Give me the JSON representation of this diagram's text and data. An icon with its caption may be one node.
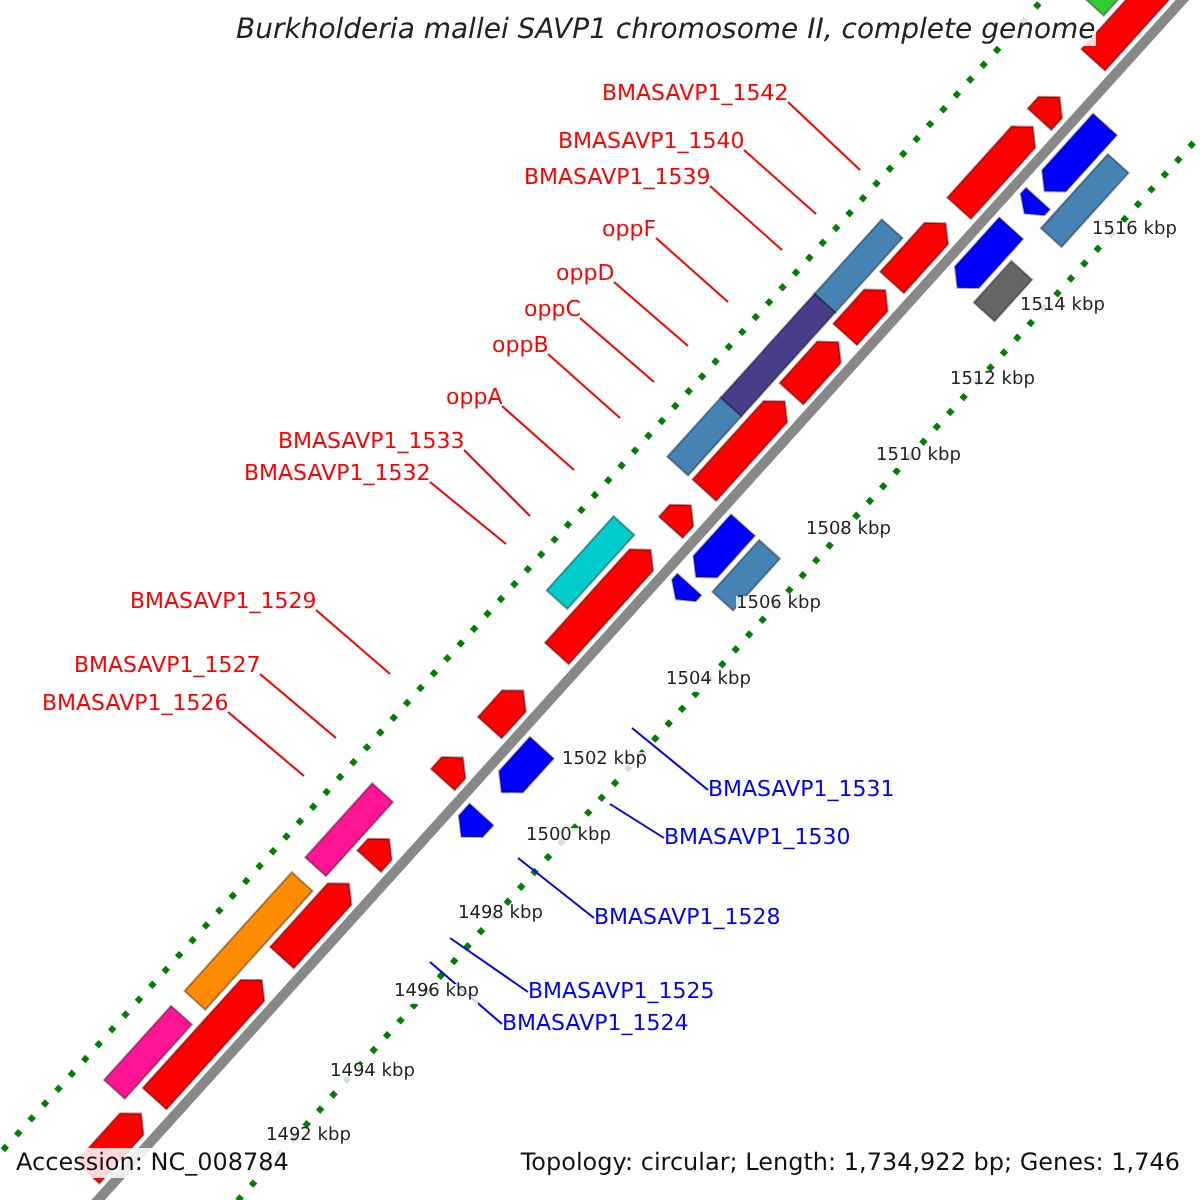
{
  "diagram": {
    "title": "Burkholderia mallei SAVP1 chromosome II, complete genome",
    "nodes": [
      {
        "text": [
          "BMASAVP1_1542"
        ]
      },
      {
        "text": [
          "BMASAVP1_1540"
        ]
      },
      {
        "text": [
          "BMASAVP1_1539"
        ]
      },
      {
        "text": [
          "oppF"
        ]
      },
      {
        "text": [
          "oppD"
        ]
      },
      {
        "text": [
          "oppC"
        ]
      },
      {
        "text": [
          "oppB"
        ]
      },
      {
        "text": [
          "oppA"
        ]
      },
      {
        "text": [
          "BMASAVP1_1533"
        ]
      },
      {
        "text": [
          "BMASAVP1_1532"
        ]
      },
      {
        "text": [
          "BMASAVP1_1529"
        ]
      },
      {
        "text": [
          "BMASAVP1_1527"
        ]
      },
      {
        "text": [
          "BMASAVP1_1526"
        ]
      },
      {
        "text": [
          "BMASAVP1_1531"
        ]
      },
      {
        "text": [
          "BMASAVP1_1530"
        ]
      },
      {
        "text": [
          "BMASAVP1_1528"
        ]
      },
      {
        "text": [
          "BMASAVP1_1525"
        ]
      },
      {
        "text": [
          "BMASAVP1_1524"
        ]
      }
    ],
    "edges": [
      {
        "from": 0,
        "to": null,
        "arrow": "none",
        "color": "#ff0000"
      },
      {
        "from": 1,
        "to": null,
        "arrow": "none",
        "color": "#ff0000"
      },
      {
        "from": 2,
        "to": null,
        "arrow": "none",
        "color": "#ff0000"
      },
      {
        "from": 3,
        "to": null,
        "arrow": "none",
        "color": "#ff0000"
      },
      {
        "from": 4,
        "to": null,
        "arrow": "none",
        "color": "#ff0000"
      },
      {
        "from": 5,
        "to": null,
        "arrow": "none",
        "color": "#ff0000"
      },
      {
        "from": 6,
        "to": null,
        "arrow": "none",
        "color": "#ff0000"
      },
      {
        "from": 7,
        "to": null,
        "arrow": "none",
        "color": "#ff0000"
      },
      {
        "from": 8,
        "to": null,
        "arrow": "none",
        "color": "#ff0000"
      },
      {
        "from": 9,
        "to": null,
        "arrow": "none",
        "color": "#ff0000"
      },
      {
        "from": 10,
        "to": null,
        "arrow": "none",
        "color": "#ff0000"
      },
      {
        "from": 11,
        "to": null,
        "arrow": "none",
        "color": "#ff0000"
      },
      {
        "from": 12,
        "to": null,
        "arrow": "none",
        "color": "#ff0000"
      },
      {
        "from": 13,
        "to": null,
        "arrow": "none",
        "color": "#0000ff"
      },
      {
        "from": 14,
        "to": null,
        "arrow": "none",
        "color": "#0000ff"
      },
      {
        "from": 15,
        "to": null,
        "arrow": "none",
        "color": "#0000ff"
      },
      {
        "from": 16,
        "to": null,
        "arrow": "none",
        "color": "#0000ff"
      },
      {
        "from": 17,
        "to": null,
        "arrow": "none",
        "color": "#0000ff"
      }
    ],
    "labels": [
      "1516 kbp",
      "1514 kbp",
      "1512 kbp",
      "1510 kbp",
      "1508 kbp",
      "1506 kbp",
      "1504 kbp",
      "1502 kbp",
      "1500 kbp",
      "1498 kbp",
      "1496 kbp",
      "1494 kbp",
      "1492 kbp",
      "Accession: NC_008784",
      "Topology: circular; Length: 1,734,922 bp; Genes: 1,746"
    ]
  }
}
